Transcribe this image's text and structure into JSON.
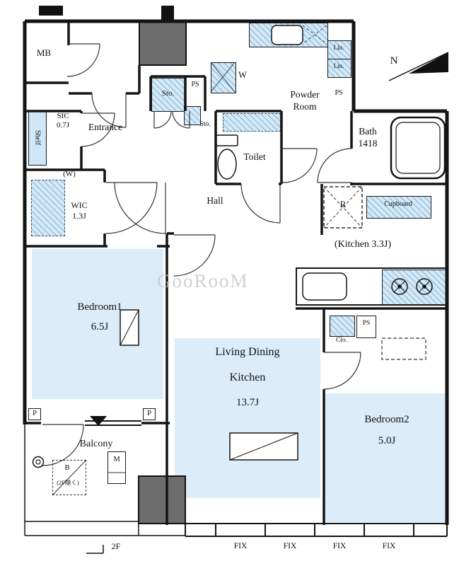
{
  "colors": {
    "room_fill": "#dcedf9",
    "fixture_fill": "#d3e9f8",
    "wall": "#141414",
    "gray_block": "#6d6d6d"
  },
  "watermark": "GooRooM",
  "compass": {
    "north": "N"
  },
  "rooms": {
    "entrance": "Entrance",
    "hall": "Hall",
    "toilet": "Toilet",
    "powder_line1": "Powder",
    "powder_line2": "Room",
    "bath_name": "Bath",
    "bath_size": "1418",
    "wic_name": "WIC",
    "wic_size": "1.3J",
    "sic_name": "SIC",
    "sic_size": "0.7J",
    "kitchen_note": "(Kitchen 3.3J)",
    "bedroom1_name": "Bedroom1",
    "bedroom1_size": "6.5J",
    "ldk_line1": "Living Dining",
    "ldk_line2": "Kitchen",
    "ldk_size": "13.7J",
    "bedroom2_name": "Bedroom2",
    "bedroom2_size": "5.0J",
    "balcony": "Balcony"
  },
  "fixtures": {
    "mb": "MB",
    "shelf": "Shelf",
    "sto_upper": "Sto.",
    "sto_lower": "Sto.",
    "ps_upper": "PS",
    "ps_bath": "PS",
    "ps_bedroom2": "PS",
    "washer": "W",
    "washer_hookup": "(W)",
    "linen1": "Lin.",
    "linen2": "Lin.",
    "refrigerator": "R",
    "cupboard": "Cupboard",
    "closet": "Clo.",
    "pillar_left": "P",
    "pillar_right": "P",
    "b_marker": "B",
    "b_note": "(2F除く)",
    "m_marker": "M"
  },
  "bottom": {
    "floor_label": "2F",
    "fix_labels": [
      "FIX",
      "FIX",
      "FIX",
      "FIX"
    ]
  }
}
